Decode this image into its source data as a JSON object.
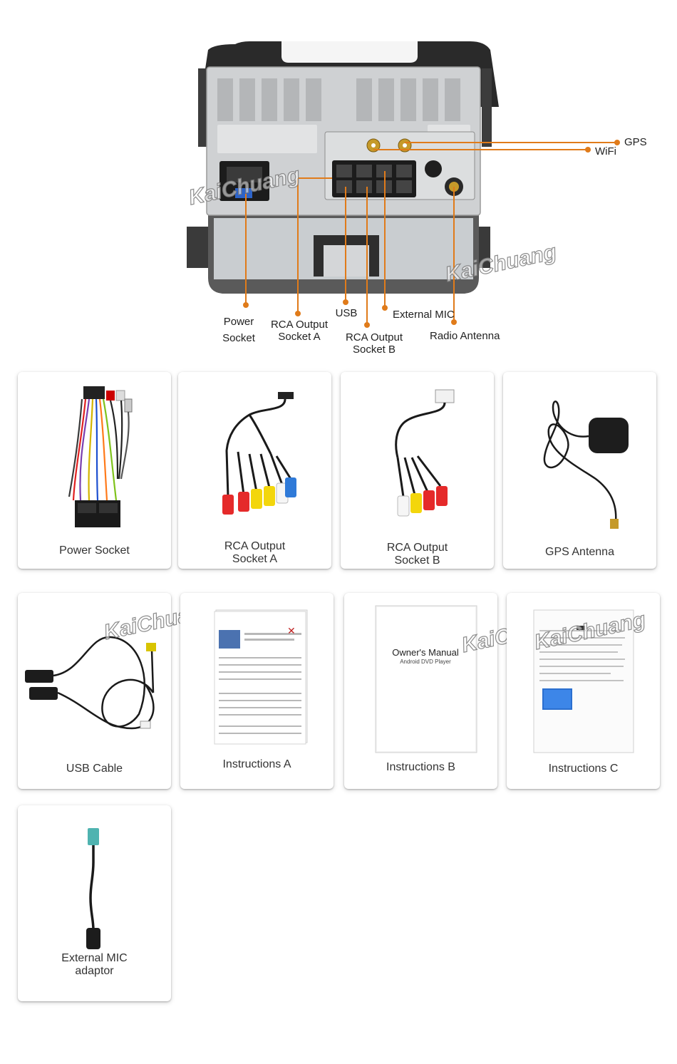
{
  "diagram": {
    "callouts": {
      "gps": "GPS",
      "wifi": "WiFi",
      "power_socket": "Power\nSocket",
      "rca_a": "RCA Output\nSocket A",
      "usb": "USB",
      "external_mic": "External MIC",
      "rca_b": "RCA Output\nSocket B",
      "radio_antenna": "Radio Antenna"
    },
    "accent_color": "#e07b1a"
  },
  "watermark": "KaiChuang",
  "items": [
    {
      "label": "Power Socket",
      "icon": "wire-harness-icon"
    },
    {
      "label": "RCA Output\nSocket A",
      "icon": "rca-cable-icon"
    },
    {
      "label": "RCA Output\nSocket B",
      "icon": "rca-cable-icon"
    },
    {
      "label": "GPS Antenna",
      "icon": "gps-antenna-icon"
    },
    {
      "label": "USB Cable",
      "icon": "usb-cable-icon"
    },
    {
      "label": "Instructions A",
      "icon": "instruction-sheet-icon"
    },
    {
      "label": "Instructions B",
      "icon": "manual-booklet-icon"
    },
    {
      "label": "Instructions C",
      "icon": "instruction-sheet-icon"
    },
    {
      "label": "External MIC\nadaptor",
      "icon": "mic-adaptor-icon"
    }
  ],
  "manual": {
    "title": "Owner's Manual",
    "subtitle": "Android DVD Player"
  }
}
